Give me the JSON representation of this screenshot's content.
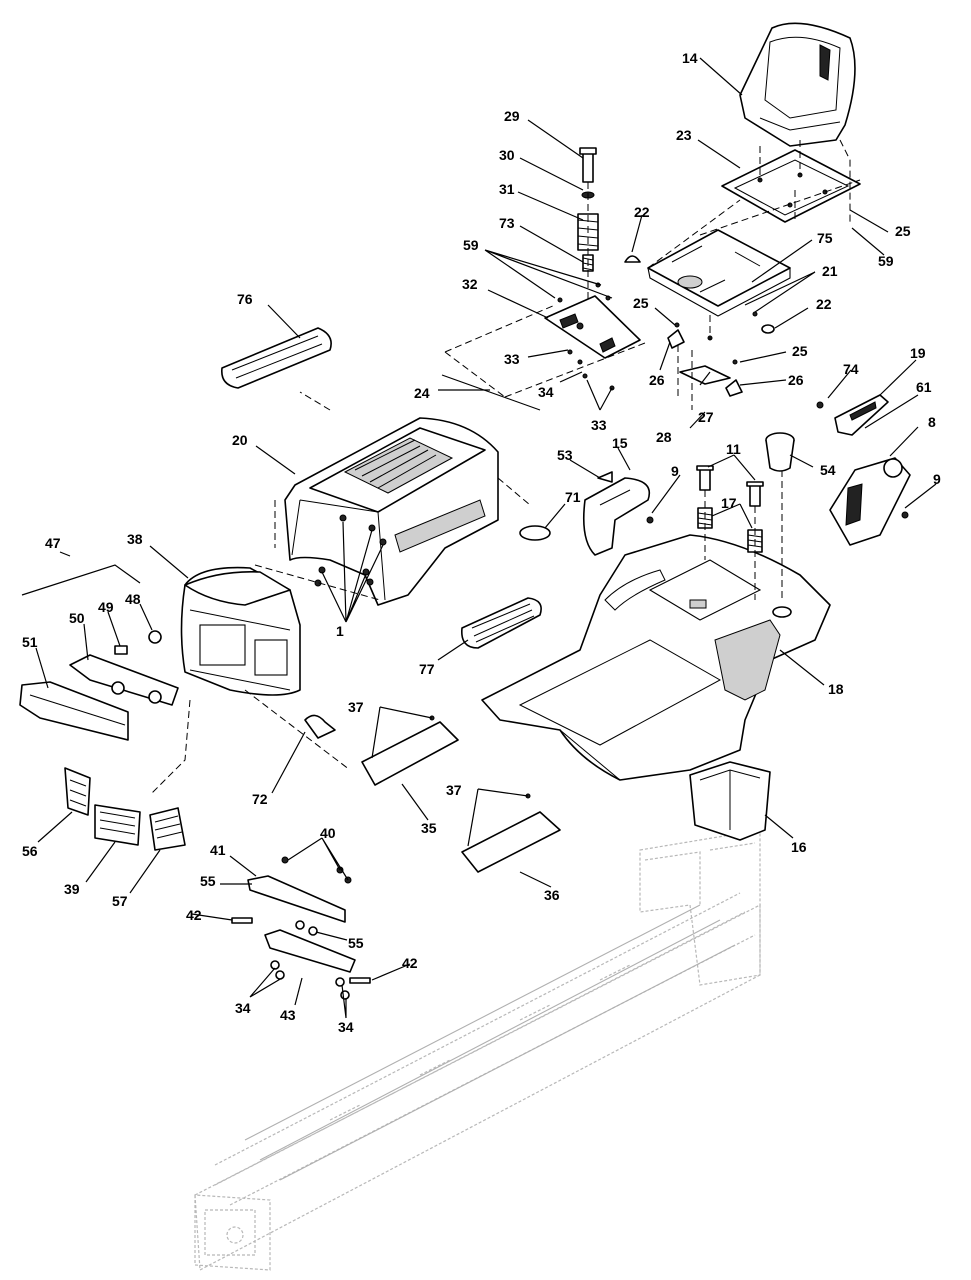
{
  "callouts": [
    {
      "id": "c14",
      "label": "14"
    },
    {
      "id": "c23",
      "label": "23"
    },
    {
      "id": "c25a",
      "label": "25"
    },
    {
      "id": "c59a",
      "label": "59"
    },
    {
      "id": "c29",
      "label": "29"
    },
    {
      "id": "c30",
      "label": "30"
    },
    {
      "id": "c31",
      "label": "31"
    },
    {
      "id": "c73",
      "label": "73"
    },
    {
      "id": "c22a",
      "label": "22"
    },
    {
      "id": "c75",
      "label": "75"
    },
    {
      "id": "c59b",
      "label": "59"
    },
    {
      "id": "c21",
      "label": "21"
    },
    {
      "id": "c32",
      "label": "32"
    },
    {
      "id": "c25b",
      "label": "25"
    },
    {
      "id": "c22b",
      "label": "22"
    },
    {
      "id": "c76",
      "label": "76"
    },
    {
      "id": "c33a",
      "label": "33"
    },
    {
      "id": "c25c",
      "label": "25"
    },
    {
      "id": "c26a",
      "label": "26"
    },
    {
      "id": "c26b",
      "label": "26"
    },
    {
      "id": "c34a",
      "label": "34"
    },
    {
      "id": "c24",
      "label": "24"
    },
    {
      "id": "c27",
      "label": "27"
    },
    {
      "id": "c19",
      "label": "19"
    },
    {
      "id": "c74",
      "label": "74"
    },
    {
      "id": "c33b",
      "label": "33"
    },
    {
      "id": "c28",
      "label": "28"
    },
    {
      "id": "c61",
      "label": "61"
    },
    {
      "id": "c20",
      "label": "20"
    },
    {
      "id": "c15",
      "label": "15"
    },
    {
      "id": "c11",
      "label": "11"
    },
    {
      "id": "c8",
      "label": "8"
    },
    {
      "id": "c53",
      "label": "53"
    },
    {
      "id": "c54",
      "label": "54"
    },
    {
      "id": "c9a",
      "label": "9"
    },
    {
      "id": "c9b",
      "label": "9"
    },
    {
      "id": "c17",
      "label": "17"
    },
    {
      "id": "c47",
      "label": "47"
    },
    {
      "id": "c38",
      "label": "38"
    },
    {
      "id": "c71",
      "label": "71"
    },
    {
      "id": "c49",
      "label": "49"
    },
    {
      "id": "c48",
      "label": "48"
    },
    {
      "id": "c50",
      "label": "50"
    },
    {
      "id": "c51",
      "label": "51"
    },
    {
      "id": "c1",
      "label": "1"
    },
    {
      "id": "c77",
      "label": "77"
    },
    {
      "id": "c18",
      "label": "18"
    },
    {
      "id": "c37a",
      "label": "37"
    },
    {
      "id": "c72",
      "label": "72"
    },
    {
      "id": "c35",
      "label": "35"
    },
    {
      "id": "c37b",
      "label": "37"
    },
    {
      "id": "c16",
      "label": "16"
    },
    {
      "id": "c56",
      "label": "56"
    },
    {
      "id": "c39",
      "label": "39"
    },
    {
      "id": "c57",
      "label": "57"
    },
    {
      "id": "c40",
      "label": "40"
    },
    {
      "id": "c41",
      "label": "41"
    },
    {
      "id": "c36",
      "label": "36"
    },
    {
      "id": "c55a",
      "label": "55"
    },
    {
      "id": "c42a",
      "label": "42"
    },
    {
      "id": "c55b",
      "label": "55"
    },
    {
      "id": "c42b",
      "label": "42"
    },
    {
      "id": "c34b",
      "label": "34"
    },
    {
      "id": "c43",
      "label": "43"
    },
    {
      "id": "c34c",
      "label": "34"
    }
  ]
}
